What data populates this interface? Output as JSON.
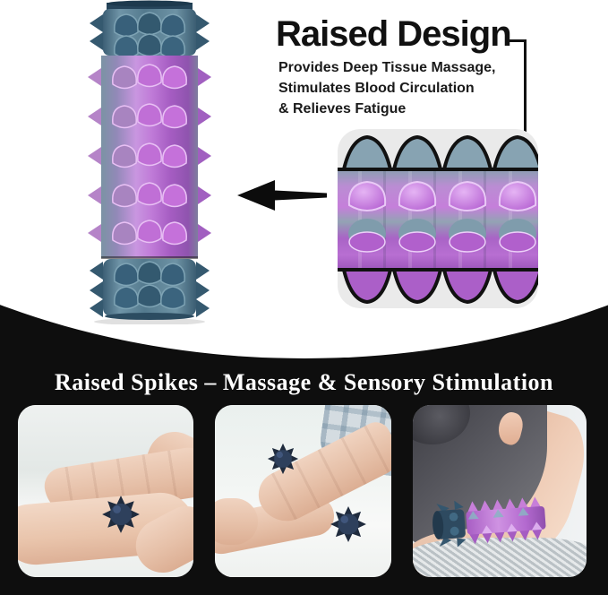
{
  "callout": {
    "headline": "Raised Design",
    "lines": [
      "Provides Deep Tissue Massage,",
      "Stimulates Blood Circulation",
      "& Relieves Fatigue"
    ]
  },
  "banner": {
    "title": "Raised Spikes – Massage & Sensory Stimulation"
  },
  "icons": {
    "arrow": "left-arrow",
    "callout_marker": "callout-line-and-dot"
  },
  "graphics": {
    "product": "spiked-massage-roller",
    "magnified_view": "roller-surface-close-up",
    "photos": [
      "rolling-spiked-ball-between-palms",
      "rolling-spiked-balls-on-forearm",
      "spiked-roller-massaging-neck"
    ]
  },
  "colors": {
    "background_black": "#0e0e0e",
    "background_white": "#ffffff",
    "text_black": "#111111",
    "banner_text": "#ffffff",
    "accent_purple": "#b866d4",
    "accent_teal": "#5d8499",
    "magnifier_panel": "#e9e9e9",
    "ball_navy": "#24344d"
  }
}
